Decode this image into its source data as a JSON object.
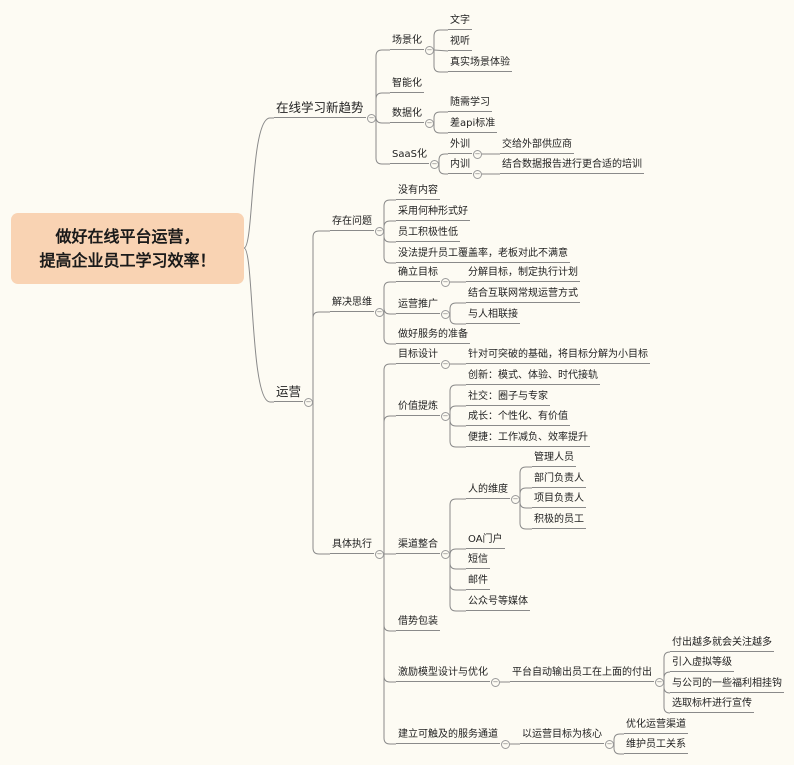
{
  "root": {
    "line1": "做好在线平台运营，",
    "line2": "提高企业员工学习效率！"
  },
  "branches": {
    "trend": "在线学习新趋势",
    "ops": "运营"
  },
  "trend": {
    "scene": "场景化",
    "scene_text": "文字",
    "scene_video": "视听",
    "scene_real": "真实场景体验",
    "smart": "智能化",
    "data": "数据化",
    "data_anytime": "随需学习",
    "data_api": "差api标准",
    "saas": "SaaS化",
    "saas_out": "外训",
    "saas_out_detail": "交给外部供应商",
    "saas_in": "内训",
    "saas_in_detail": "结合数据报告进行更合适的培训"
  },
  "problems": {
    "label": "存在问题",
    "p1": "没有内容",
    "p2": "采用何种形式好",
    "p3": "员工积极性低",
    "p4": "没法提升员工覆盖率，老板对此不满意"
  },
  "thinking": {
    "label": "解决思维",
    "goal": "确立目标",
    "goal_detail": "分解目标，制定执行计划",
    "promo": "运营推广",
    "promo_1": "结合互联网常规运营方式",
    "promo_2": "与人相联接",
    "service": "做好服务的准备"
  },
  "execution": {
    "label": "具体执行",
    "target": "目标设计",
    "target_detail": "针对可突破的基础，将目标分解为小目标",
    "value": "价值提炼",
    "value_1": "创新：模式、体验、时代接轨",
    "value_2": "社交：圈子与专家",
    "value_3": "成长：个性化、有价值",
    "value_4": "便捷：工作减负、效率提升",
    "channel": "渠道整合",
    "people": "人的维度",
    "people_1": "管理人员",
    "people_2": "部门负责人",
    "people_3": "项目负责人",
    "people_4": "积极的员工",
    "oa": "OA门户",
    "sms": "短信",
    "mail": "邮件",
    "wechat": "公众号等媒体",
    "packaging": "借势包装",
    "incentive": "激励模型设计与优化",
    "incentive_detail": "平台自动输出员工在上面的付出",
    "incentive_1": "付出越多就会关注越多",
    "incentive_2": "引入虚拟等级",
    "incentive_3": "与公司的一些福利相挂钩",
    "incentive_4": "选取标杆进行宣传",
    "service_channel": "建立可触及的服务通道",
    "core": "以运营目标为核心",
    "core_1": "优化运营渠道",
    "core_2": "维护员工关系"
  }
}
